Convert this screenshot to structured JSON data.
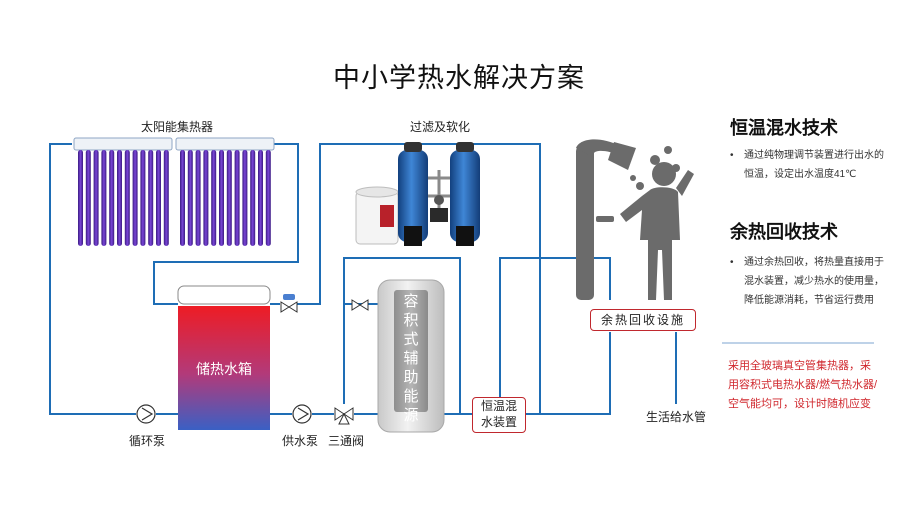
{
  "title": "中小学热水解决方案",
  "diagram": {
    "labels": {
      "solar_collector": "太阳能集热器",
      "filter_softener": "过滤及软化",
      "storage_tank": "储热水箱",
      "aux_energy": "容积式辅助能源",
      "circ_pump": "循环泵",
      "supply_pump": "供水泵",
      "three_way_valve": "三通阀",
      "mix_device": "恒温混水装置",
      "heat_recovery": "余热回收设施",
      "domestic_pipe": "生活给水管"
    },
    "mix_device_lines": [
      "恒温混",
      "水装置"
    ],
    "colors": {
      "pipe": "#1e6db5",
      "tube": "#5a2aa8",
      "tank_top": "#e8202a",
      "tank_bottom": "#3d5fc0",
      "label_border": "#c0282e"
    },
    "icons": [
      "pump-icon",
      "valve-icon",
      "shower-person-icon",
      "softener-icon"
    ]
  },
  "right_panel": {
    "section1": {
      "heading": "恒温混水技术",
      "text": "通过纯物理调节装置进行出水的恒温，设定出水温度41℃"
    },
    "section2": {
      "heading": "余热回收技术",
      "text": "通过余热回收，将热量直接用于混水装置，减少热水的使用量，降低能源消耗，节省运行费用"
    },
    "note": "采用全玻璃真空管集热器，采用容积式电热水器/燃气热水器/空气能均可，设计时随机应变"
  }
}
